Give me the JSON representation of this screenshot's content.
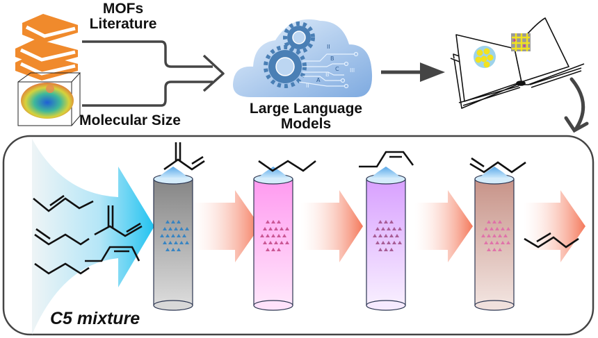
{
  "inputs": {
    "literature_label_line1": "MOFs",
    "literature_label_line2": "Literature",
    "molecular_size_label": "Molecular Size",
    "literature_icon": "book-stack-icon",
    "molecular_icon": "molecule-box-icon"
  },
  "model": {
    "label_line1": "Large Language",
    "label_line2": "Models",
    "icon": "cloud-gears-icon",
    "circuit_labels": [
      "II",
      "B",
      "C",
      "B",
      "A",
      "II",
      "III"
    ]
  },
  "output": {
    "icon": "open-book-icon"
  },
  "separation": {
    "feed_label": "C5 mixture",
    "feed_molecules": [
      "trans-2-pentene",
      "1-pentene",
      "n-pentane",
      "isoprene",
      "cis-2-pentene"
    ],
    "columns": [
      {
        "name": "column-1",
        "product": "isoprene",
        "color_top": "#8a8a8a",
        "color_bottom": "#d8d8d8",
        "framework_color": "#2a7fc4"
      },
      {
        "name": "column-2",
        "product": "n-pentane",
        "color_top": "#ff9cf0",
        "color_bottom": "#ffe2fb",
        "framework_color": "#c44a8a"
      },
      {
        "name": "column-3",
        "product": "cis-2-pentene",
        "color_top": "#dca6ff",
        "color_bottom": "#f6eaff",
        "framework_color": "#a0508a"
      },
      {
        "name": "column-4",
        "product": "1-pentene",
        "color_top": "#c9968c",
        "color_bottom": "#f0e0dc",
        "framework_color": "#e06aa8"
      }
    ],
    "final_product": "trans-2-pentene"
  },
  "colors": {
    "book_orange": "#f08a2c",
    "arrow_gray": "#454545",
    "cloud_blue": "#8fb6e6",
    "gear_blue": "#4a7fb5",
    "feed_cyan": "#2ec6f0",
    "flow_salmon": "#f4785a"
  }
}
